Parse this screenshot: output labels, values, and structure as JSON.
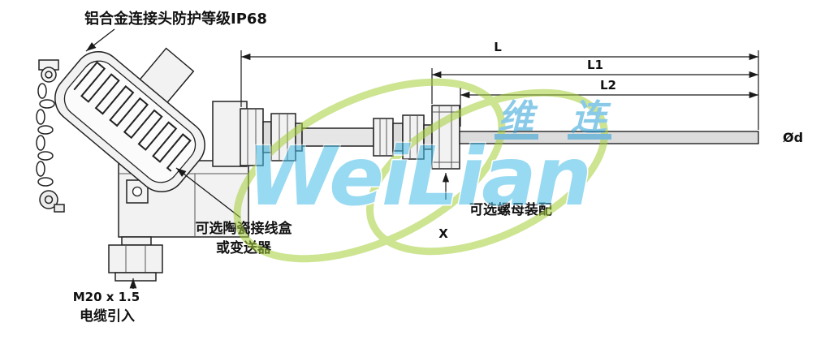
{
  "diagram": {
    "title": "铝合金连接头防护等级IP68",
    "callouts": {
      "terminal_box_line1": "可选陶瓷接线盒",
      "terminal_box_line2": "或变送器",
      "nut_assembly": "可选螺母装配",
      "thread_spec": "M20 x 1.5",
      "cable_entry": "电缆引入"
    },
    "dimensions": {
      "overall_length": "L",
      "length_1": "L1",
      "length_2": "L2",
      "probe_diameter": "Ød",
      "insertion_mark": "X"
    },
    "watermark": {
      "cn_char_1": "维",
      "cn_char_2": "连",
      "brand": "WeiLian"
    },
    "colors": {
      "line": "#1a1a1a",
      "watermark_blue": "#45bde8",
      "watermark_blue_dark": "#2b9fd8",
      "watermark_green": "#a5ce39"
    }
  }
}
